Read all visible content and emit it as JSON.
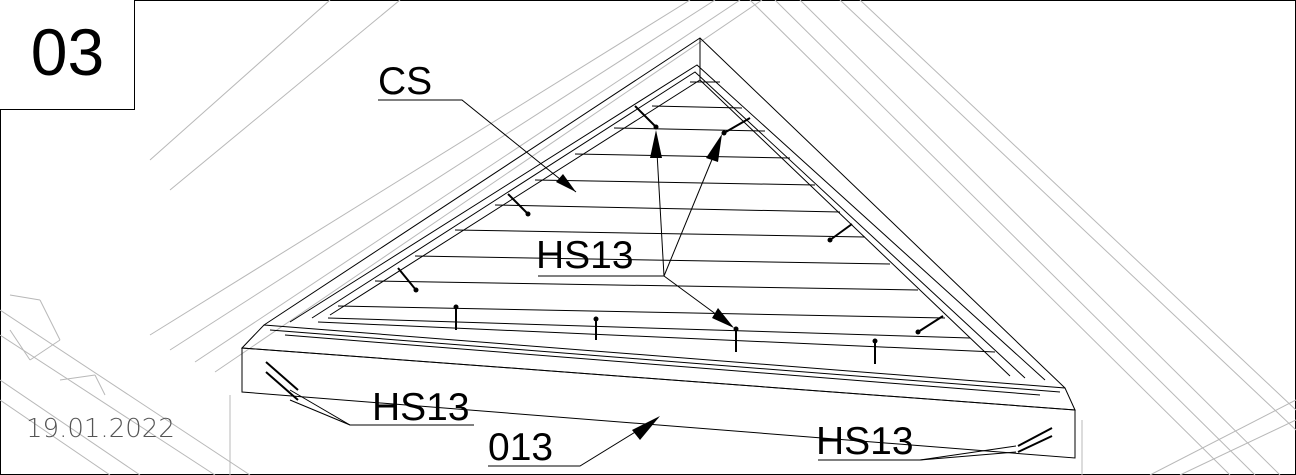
{
  "step_number": "03",
  "date": "19.01.2022",
  "callouts": {
    "cs": "CS",
    "hs13_center": "HS13",
    "hs13_left": "HS13",
    "part_013": "013",
    "hs13_right": "HS13"
  }
}
